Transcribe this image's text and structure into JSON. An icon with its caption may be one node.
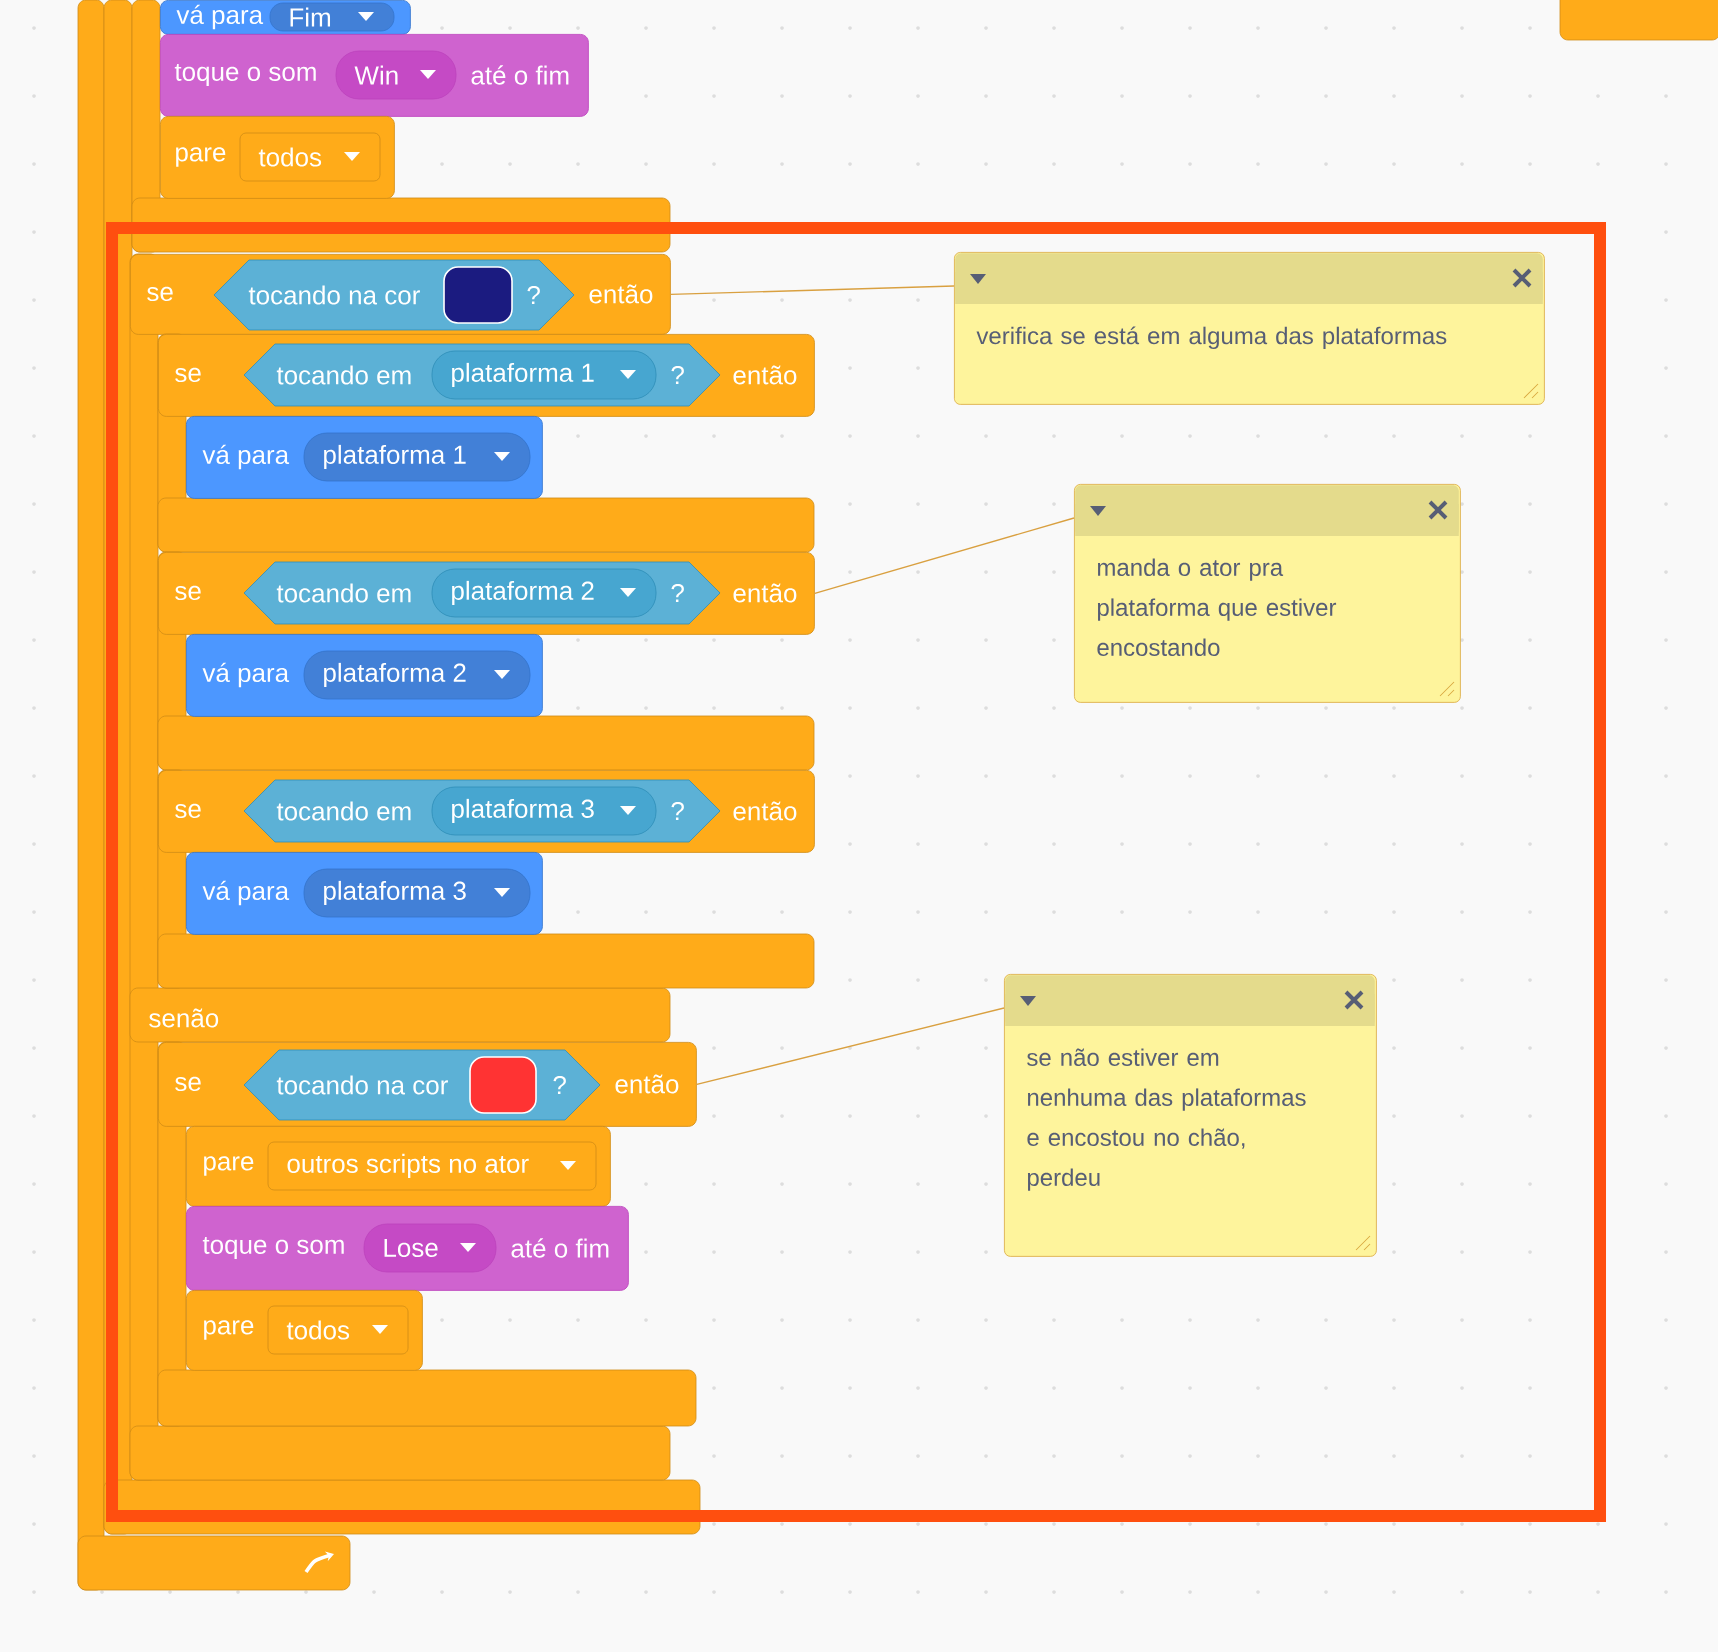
{
  "diagram": {
    "nodes": [
      {
        "text": [
          "vá para",
          "Fim"
        ]
      },
      {
        "text": [
          "toque o som",
          "Win",
          "até o fim"
        ]
      },
      {
        "text": [
          "pare",
          "todos"
        ]
      },
      {
        "text": [
          "se",
          "então",
          "senão"
        ]
      },
      {
        "text": [
          "tocando na cor",
          "?"
        ],
        "in": 3
      },
      {
        "text": [
          "se",
          "então"
        ]
      },
      {
        "text": [
          "tocando em",
          "plataforma 1",
          "?"
        ],
        "in": 5
      },
      {
        "text": [
          "vá para",
          "plataforma 1"
        ]
      },
      {
        "text": [
          "se",
          "então"
        ]
      },
      {
        "text": [
          "tocando em",
          "plataforma 2",
          "?"
        ],
        "in": 8
      },
      {
        "text": [
          "vá para",
          "plataforma 2"
        ]
      },
      {
        "text": [
          "se",
          "então"
        ]
      },
      {
        "text": [
          "tocando em",
          "plataforma 3",
          "?"
        ],
        "in": 11
      },
      {
        "text": [
          "vá para",
          "plataforma 3"
        ]
      },
      {
        "text": [
          "se",
          "então"
        ],
        "in": 3
      },
      {
        "text": [
          "tocando na cor",
          "?"
        ],
        "in": 14
      },
      {
        "text": [
          "pare",
          "outros scripts no ator"
        ],
        "in": 14
      },
      {
        "text": [
          "toque o som",
          "Lose",
          "até o fim"
        ],
        "in": 14
      },
      {
        "text": [
          "pare",
          "todos"
        ],
        "in": 14
      },
      {
        "text": [
          "verifica se está em alguma das plataformas"
        ]
      },
      {
        "text": [
          "manda o ator pra plataforma que estiver encostando"
        ]
      },
      {
        "text": [
          "se não estiver em nenhuma das plataformas e encostou no chão, perdeu"
        ]
      }
    ],
    "edges": [
      {
        "from": 19,
        "to": 3,
        "arrow": "none"
      },
      {
        "from": 20,
        "to": 8,
        "arrow": "none"
      },
      {
        "from": 21,
        "to": 14,
        "arrow": "none"
      }
    ]
  }
}
